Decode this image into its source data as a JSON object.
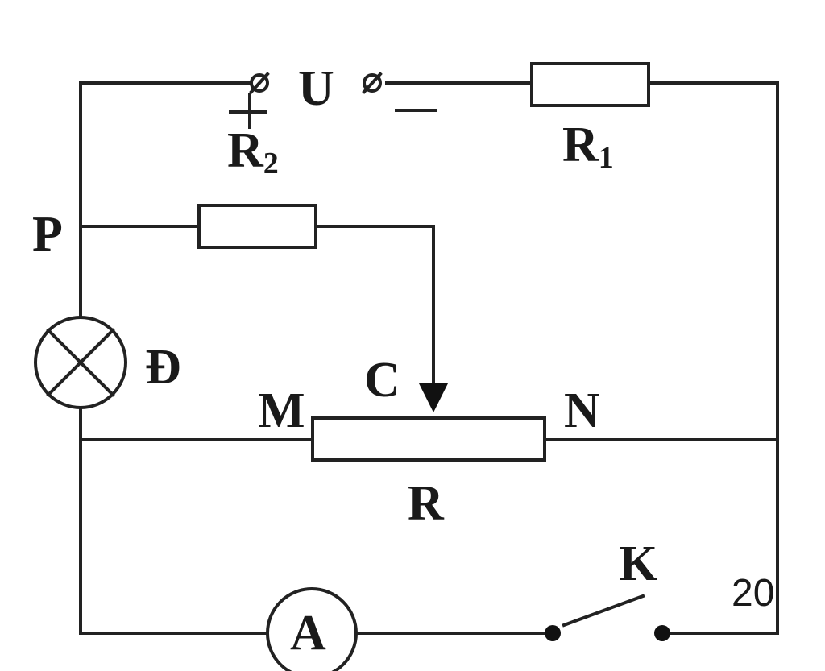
{
  "labels": {
    "source": "U",
    "resistor_r2": "R",
    "resistor_r2_sub": "2",
    "resistor_r1": "R",
    "resistor_r1_sub": "1",
    "node_p": "P",
    "lamp": "Đ",
    "node_c": "C",
    "node_m": "M",
    "node_n": "N",
    "rheostat": "R",
    "switch": "K",
    "ammeter": "A",
    "corner_number": "20"
  },
  "icons": {
    "lamp": "lamp-cross-icon",
    "ammeter": "ammeter-icon",
    "switch": "open-switch-icon",
    "terminal": "terminal-icon"
  },
  "colors": {
    "ink": "#222222",
    "background": "#ffffff"
  }
}
